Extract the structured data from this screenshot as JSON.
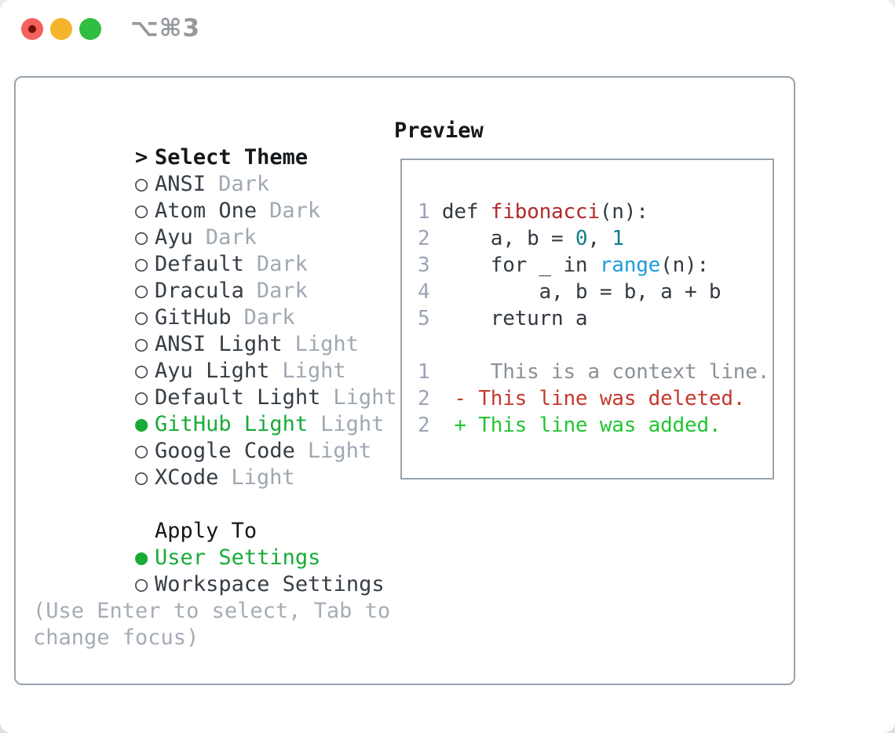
{
  "window": {
    "title": "⌥⌘3"
  },
  "colors": {
    "accent_green": "#18ab38",
    "diff_added_green": "#22c532",
    "diff_deleted_red": "#c4392e",
    "syntax_function_red": "#b02a2a",
    "syntax_number_teal": "#0e7f87",
    "syntax_builtin_blue": "#1e9cd8",
    "code_foreground": "#333a41",
    "context_gray": "#8a9199",
    "line_number_gray": "#9ba4b5",
    "tag_gray": "#9fa8b2",
    "help_gray": "#a5acb6",
    "border_gray": "#99a3ad",
    "title_gray": "#95999e",
    "traffic_red": "#f4615c",
    "traffic_red_dot": "#750f0b",
    "traffic_yellow": "#f6b42d",
    "traffic_green": "#2fbe41"
  },
  "theme_list": {
    "header_prefix": ">",
    "header_label": "Select Theme",
    "items": [
      {
        "bullet": "○",
        "name": "ANSI",
        "tag": "Dark",
        "selected": false
      },
      {
        "bullet": "○",
        "name": "Atom One",
        "tag": "Dark",
        "selected": false
      },
      {
        "bullet": "○",
        "name": "Ayu",
        "tag": "Dark",
        "selected": false
      },
      {
        "bullet": "○",
        "name": "Default",
        "tag": "Dark",
        "selected": false
      },
      {
        "bullet": "○",
        "name": "Dracula",
        "tag": "Dark",
        "selected": false
      },
      {
        "bullet": "○",
        "name": "GitHub",
        "tag": "Dark",
        "selected": false
      },
      {
        "bullet": "○",
        "name": "ANSI Light",
        "tag": "Light",
        "selected": false
      },
      {
        "bullet": "○",
        "name": "Ayu Light",
        "tag": "Light",
        "selected": false
      },
      {
        "bullet": "○",
        "name": "Default Light",
        "tag": "Light",
        "selected": false
      },
      {
        "bullet": "●",
        "name": "GitHub Light",
        "tag": "Light",
        "selected": true
      },
      {
        "bullet": "○",
        "name": "Google Code",
        "tag": "Light",
        "selected": false
      },
      {
        "bullet": "○",
        "name": "XCode",
        "tag": "Light",
        "selected": false
      }
    ]
  },
  "apply_to": {
    "label": "Apply To",
    "options": [
      {
        "bullet": "●",
        "name": "User Settings",
        "selected": true
      },
      {
        "bullet": "○",
        "name": "Workspace Settings",
        "selected": false
      }
    ]
  },
  "help": {
    "lines": [
      "(Use Enter to select, Tab to",
      "change focus)"
    ]
  },
  "preview": {
    "label": "Preview",
    "code_lines": [
      {
        "num": "1",
        "segments": [
          {
            "t": " def ",
            "c": "fg"
          },
          {
            "t": "fibonacci",
            "c": "red"
          },
          {
            "t": "(n):",
            "c": "fg"
          }
        ]
      },
      {
        "num": "2",
        "segments": [
          {
            "t": "     a, b = ",
            "c": "fg"
          },
          {
            "t": "0",
            "c": "teal"
          },
          {
            "t": ", ",
            "c": "fg"
          },
          {
            "t": "1",
            "c": "teal"
          }
        ]
      },
      {
        "num": "3",
        "segments": [
          {
            "t": "     for _ in ",
            "c": "fg"
          },
          {
            "t": "range",
            "c": "blue"
          },
          {
            "t": "(n):",
            "c": "fg"
          }
        ]
      },
      {
        "num": "4",
        "segments": [
          {
            "t": "         a, b = b, a + b",
            "c": "fg"
          }
        ]
      },
      {
        "num": "5",
        "segments": [
          {
            "t": "     return a",
            "c": "fg"
          }
        ]
      }
    ],
    "diff_lines": [
      {
        "num": "1",
        "segments": [
          {
            "t": "     This is a context line.",
            "c": "ctx"
          }
        ]
      },
      {
        "num": "2",
        "segments": [
          {
            "t": "  - This line was deleted.",
            "c": "del"
          }
        ]
      },
      {
        "num": "2",
        "segments": [
          {
            "t": "  + This line was added.",
            "c": "add"
          }
        ]
      }
    ]
  }
}
